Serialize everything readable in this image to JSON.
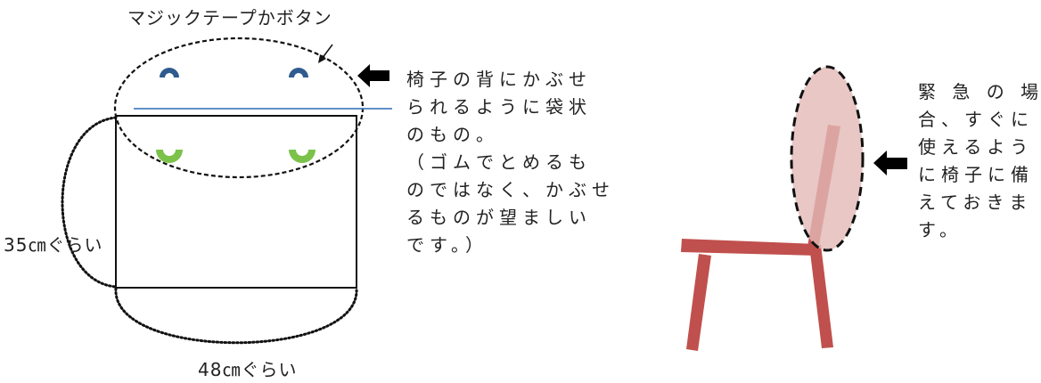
{
  "labels": {
    "fastener": "マジックテープかボタン",
    "height": "35㎝ぐらい",
    "width": "48㎝ぐらい"
  },
  "instruction": [
    "椅子の背にかぶせ",
    "られるように袋状",
    "のもの。",
    "（ゴムでとめるも",
    "のではなく、かぶせ",
    "るものが望ましい",
    "です。）"
  ],
  "note": [
    "緊 急 の 場",
    "合、すぐに",
    "使えるよう",
    "に椅子に備",
    "えておきま",
    "す。"
  ],
  "colors": {
    "outline": "#111111",
    "hem_line": "#4a7fc1",
    "fastener_top": "#2f5b8e",
    "fastener_bottom": "#7cc24a",
    "chair": "#c0504d",
    "cover_fill": "#e2b9b7"
  },
  "icons": [
    "left-arrow-icon",
    "left-arrow-icon",
    "small-pointer-arrow-icon"
  ]
}
